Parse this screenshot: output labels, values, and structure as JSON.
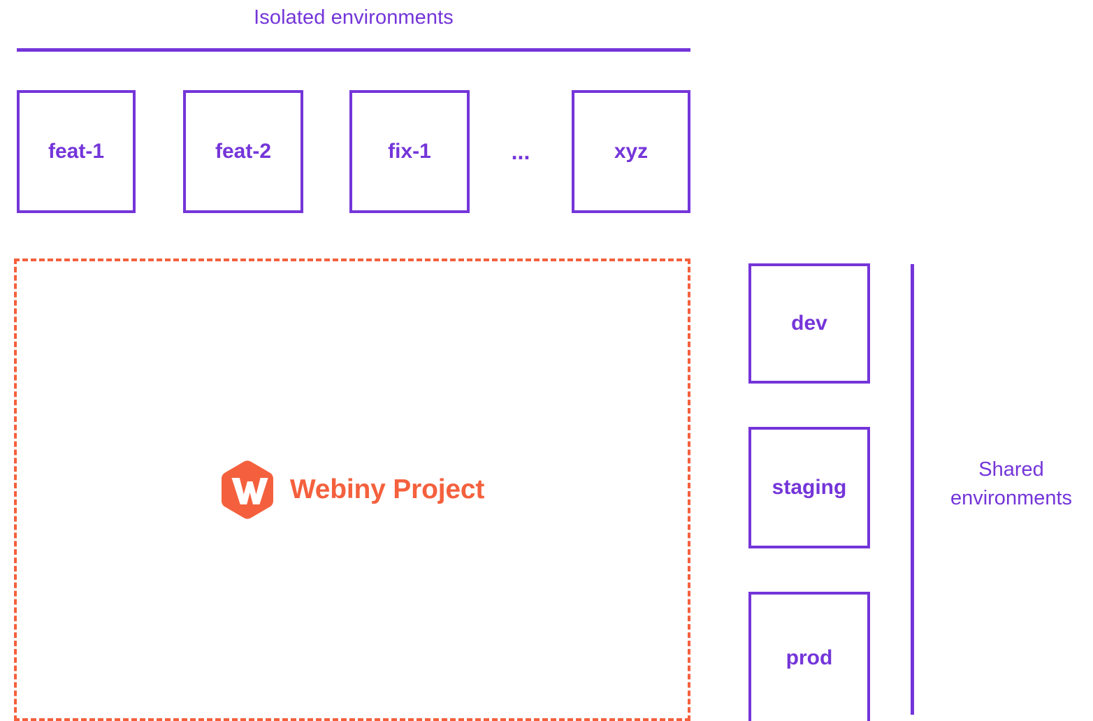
{
  "diagram": {
    "title": "Webiny environments diagram",
    "background": "#ffffff",
    "colors": {
      "purple": "#7435d9",
      "orange": "#f4603d"
    }
  },
  "isolated": {
    "heading": "Isolated environments",
    "boxes": [
      {
        "label": "feat-1"
      },
      {
        "label": "feat-2"
      },
      {
        "label": "fix-1"
      },
      {
        "label": "xyz"
      }
    ],
    "ellipsis": "..."
  },
  "project": {
    "name": "Webiny Project",
    "logo_icon": "webiny-hexagon-icon",
    "border_style": "dashed",
    "border_color": "#f4603d"
  },
  "shared": {
    "heading_line_1": "Shared",
    "heading_line_2": "environments",
    "boxes": [
      {
        "label": "dev"
      },
      {
        "label": "staging"
      },
      {
        "label": "prod"
      }
    ]
  }
}
